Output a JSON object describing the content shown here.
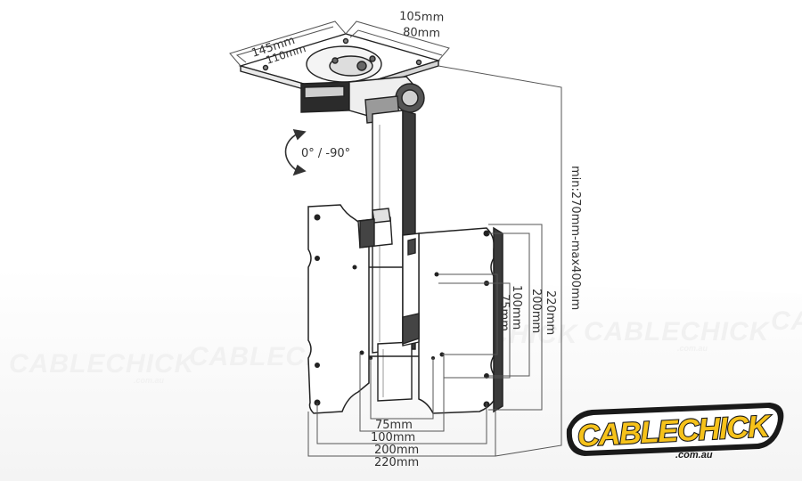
{
  "ceiling_plate": {
    "width_outer": "105mm",
    "width_inner": "80mm",
    "depth_outer": "145mm",
    "depth_inner": "110mm"
  },
  "tilt": {
    "label": "0° / -90°"
  },
  "height": {
    "label": "min:270mm-max400mm"
  },
  "vesa_horizontal": [
    "75mm",
    "100mm",
    "200mm",
    "220mm"
  ],
  "vesa_vertical": [
    "75mm",
    "100mm",
    "200mm",
    "220mm"
  ],
  "watermark": {
    "text": "CABLECHICK",
    "sub": ".com.au"
  },
  "logo": {
    "main": "CABLECHICK",
    "sub": ".com.au",
    "fill_color": "#f6c21a",
    "outline_color": "#1a1a1a"
  }
}
